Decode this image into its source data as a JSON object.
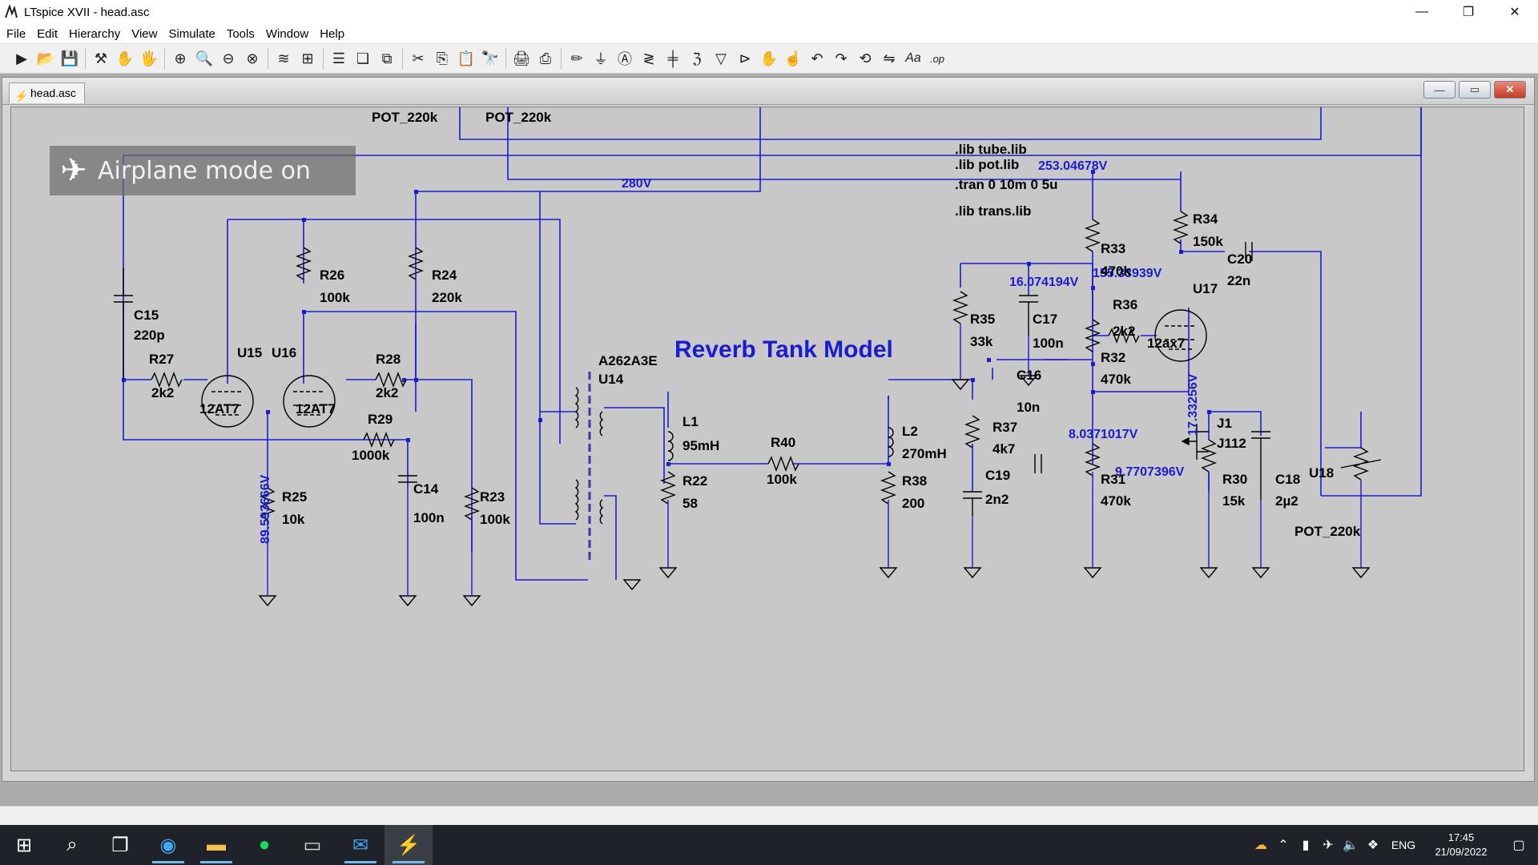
{
  "window": {
    "title": "LTspice XVII - head.asc",
    "controls": {
      "minimize": "—",
      "restore": "❐",
      "close": "✕"
    }
  },
  "menu": [
    "File",
    "Edit",
    "Hierarchy",
    "View",
    "Simulate",
    "Tools",
    "Window",
    "Help"
  ],
  "toolbar": {
    "icons": [
      "run-icon",
      "open-icon",
      "save-icon",
      "control-panel-icon",
      "halt-icon",
      "pan-icon",
      "zoom-in-icon",
      "zoom-area-icon",
      "zoom-out-icon",
      "zoom-cancel-icon",
      "waveform-icon",
      "schematic-icon",
      "tile-horizontal-icon",
      "cascade-icon",
      "close-window-icon",
      "cut-icon",
      "copy-icon",
      "paste-icon",
      "find-icon",
      "print-setup-icon",
      "print-icon",
      "draw-wire-icon",
      "ground-icon",
      "label-net-icon",
      "resistor-icon",
      "capacitor-icon",
      "inductor-icon",
      "diode-icon",
      "component-icon",
      "move-icon",
      "drag-icon",
      "undo-icon",
      "redo-icon",
      "rotate-icon",
      "mirror-icon",
      "text-icon",
      "spice-directive-icon"
    ]
  },
  "document": {
    "tab_label": "head.asc",
    "mdi_controls": {
      "minimize": "—",
      "maximize": "▭",
      "close": "✕"
    }
  },
  "toast": {
    "text": "Airplane mode on"
  },
  "schematic": {
    "title": "Reverb Tank Model",
    "directives": [
      ".lib tube.lib",
      ".lib pot.lib",
      ".tran 0 10m 0 5u",
      ".lib trans.lib"
    ],
    "voltages": [
      "253.04678V",
      "280V",
      "16.074194V",
      "155.33939V",
      "8.0371017V",
      "9.7707396V",
      "17.33256V",
      "89.593666V"
    ],
    "components": [
      {
        "ref": "POT_220k",
        "value": ""
      },
      {
        "ref": "POT_220k",
        "value": ""
      },
      {
        "ref": "C15",
        "value": "220p"
      },
      {
        "ref": "R27",
        "value": "2k2"
      },
      {
        "ref": "U15",
        "value": "12AT7"
      },
      {
        "ref": "U16",
        "value": "12AT7"
      },
      {
        "ref": "R26",
        "value": "100k"
      },
      {
        "ref": "R24",
        "value": "220k"
      },
      {
        "ref": "R28",
        "value": "2k2"
      },
      {
        "ref": "R29",
        "value": "1000k"
      },
      {
        "ref": "R25",
        "value": "10k"
      },
      {
        "ref": "C14",
        "value": "100n"
      },
      {
        "ref": "R23",
        "value": "100k"
      },
      {
        "ref": "A262A3E",
        "value": "U14"
      },
      {
        "ref": "L1",
        "value": "95mH"
      },
      {
        "ref": "R22",
        "value": "58"
      },
      {
        "ref": "R40",
        "value": "100k"
      },
      {
        "ref": "L2",
        "value": "270mH"
      },
      {
        "ref": "R38",
        "value": "200"
      },
      {
        "ref": "R37",
        "value": "4k7"
      },
      {
        "ref": "C19",
        "value": "2n2"
      },
      {
        "ref": "C16",
        "value": "10n"
      },
      {
        "ref": "R35",
        "value": "33k"
      },
      {
        "ref": "C17",
        "value": "100n"
      },
      {
        "ref": "R33",
        "value": "470k"
      },
      {
        "ref": "R32",
        "value": "470k"
      },
      {
        "ref": "R31",
        "value": "470k"
      },
      {
        "ref": "R36",
        "value": "2k2"
      },
      {
        "ref": "R34",
        "value": "150k"
      },
      {
        "ref": "C20",
        "value": "22n"
      },
      {
        "ref": "U17",
        "value": "12ax7"
      },
      {
        "ref": "J1",
        "value": "J112"
      },
      {
        "ref": "R30",
        "value": "15k"
      },
      {
        "ref": "C18",
        "value": "2µ2"
      },
      {
        "ref": "U18",
        "value": "POT_220k"
      }
    ]
  },
  "taskbar": {
    "apps": [
      "windows-start-icon",
      "search-icon",
      "task-view-icon",
      "edge-icon",
      "file-explorer-icon",
      "spotify-icon",
      "terminal-icon",
      "mail-icon",
      "ltspice-icon"
    ],
    "tray": {
      "language": "ENG",
      "time": "17:45",
      "date": "21/09/2022"
    }
  },
  "colors": {
    "wire": "#1b1bd0",
    "schematic_bg": "#c8c8c8",
    "voltage_label": "#1b1bd0",
    "taskbar": "#1f2329"
  }
}
